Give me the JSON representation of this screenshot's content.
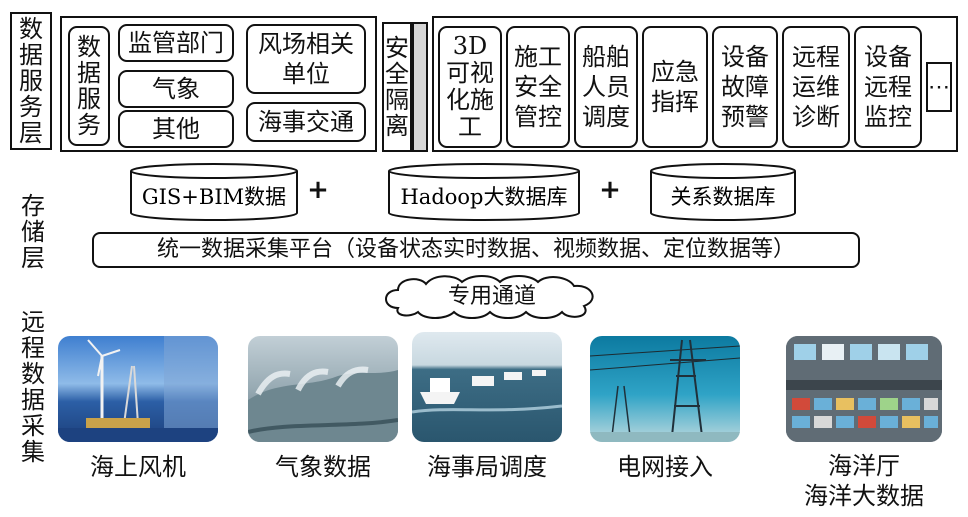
{
  "service_layer": {
    "label": "数据服务层",
    "data_service": {
      "title": "数据服务",
      "items": [
        "监管部门",
        "气象",
        "其他",
        "风场相关\n单位",
        "海事交通"
      ]
    },
    "security": "安全隔离",
    "apps": [
      "3D\n可视\n化施\n工",
      "施工\n安全\n管控",
      "船舶\n人员\n调度",
      "应急\n指挥",
      "设备\n故障\n预警",
      "远程\n运维\n诊断",
      "设备\n远程\n监控"
    ],
    "more": "⋯"
  },
  "storage_layer": {
    "label": "存储层",
    "databases": [
      "GIS+BIM数据",
      "Hadoop大数据库",
      "关系数据库"
    ],
    "plus": "+",
    "platform": "统一数据采集平台（设备状态实时数据、视频数据、定位数据等）"
  },
  "channel": "专用通道",
  "collection_layer": {
    "label": "远程数据采集",
    "sources": [
      "海上风机",
      "气象数据",
      "海事局调度",
      "电网接入",
      "海洋厅\n海洋大数据"
    ]
  }
}
